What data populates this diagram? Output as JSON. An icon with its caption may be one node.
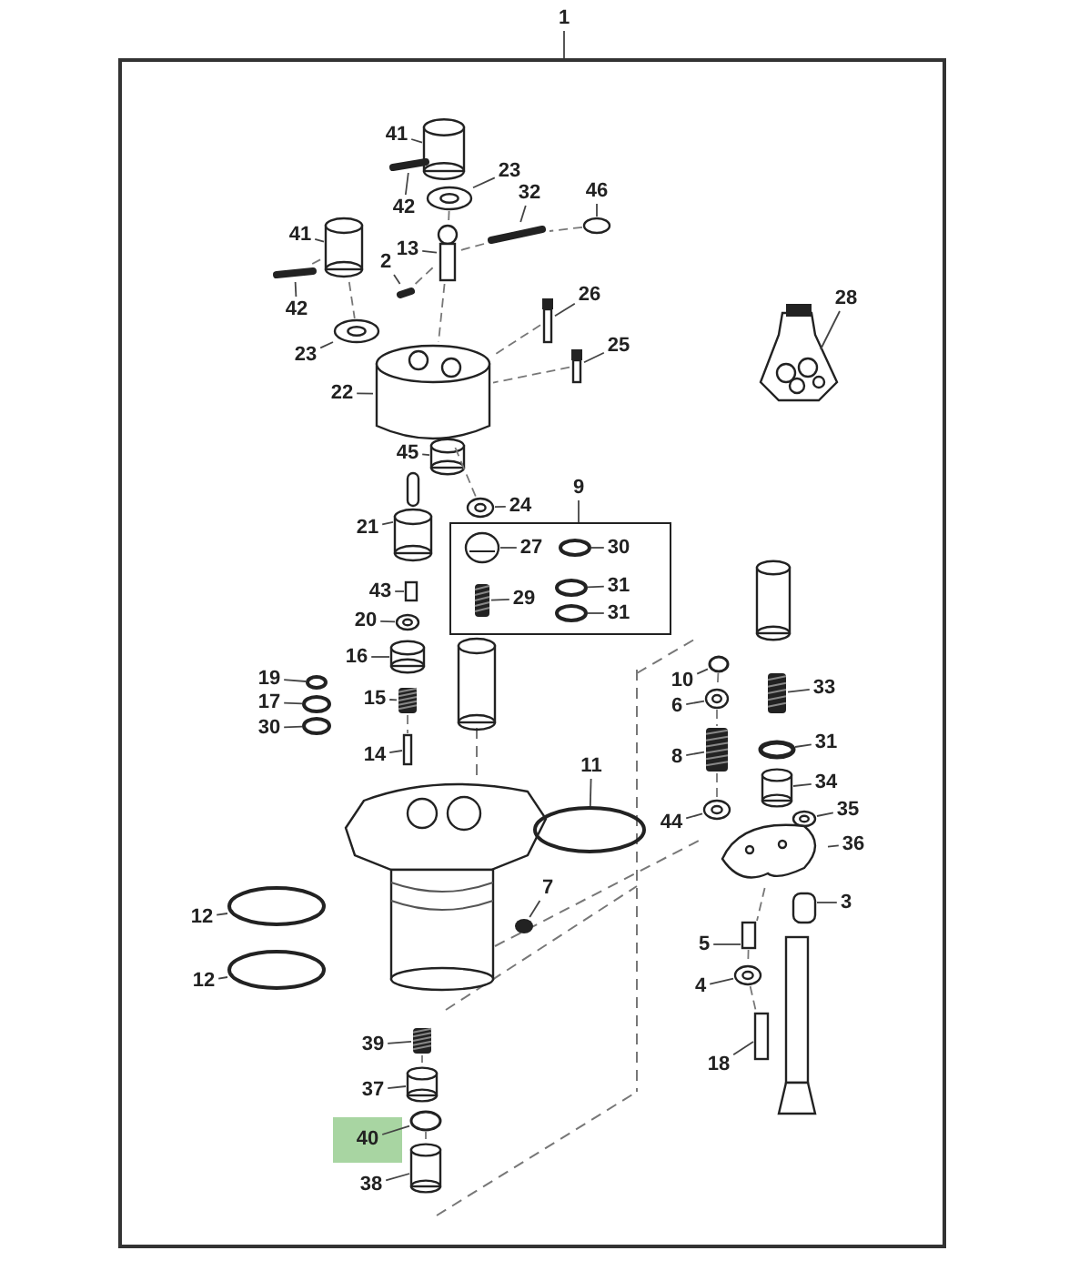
{
  "diagram": {
    "nodes": [
      {
        "text": [],
        "shape": "box"
      },
      {
        "text": [
          "1"
        ]
      },
      {
        "text": [
          "41"
        ],
        "in": 0
      },
      {
        "text": [
          "42"
        ],
        "in": 0
      },
      {
        "text": [
          "23"
        ],
        "in": 0
      },
      {
        "text": [
          "46"
        ],
        "in": 0
      },
      {
        "text": [
          "32"
        ],
        "in": 0
      },
      {
        "text": [
          "41"
        ],
        "in": 0
      },
      {
        "text": [
          "13"
        ],
        "in": 0
      },
      {
        "text": [
          "2"
        ],
        "in": 0
      },
      {
        "text": [
          "42"
        ],
        "in": 0
      },
      {
        "text": [
          "26"
        ],
        "in": 0
      },
      {
        "text": [
          "23"
        ],
        "in": 0
      },
      {
        "text": [
          "25"
        ],
        "in": 0
      },
      {
        "text": [
          "22"
        ],
        "in": 0
      },
      {
        "text": [
          "28"
        ],
        "in": 0
      },
      {
        "text": [
          "45"
        ],
        "in": 0
      },
      {
        "text": [
          "24"
        ],
        "in": 0
      },
      {
        "text": [
          "9"
        ],
        "in": 0
      },
      {
        "text": [],
        "shape": "box",
        "in": 0
      },
      {
        "text": [
          "21"
        ],
        "in": 0
      },
      {
        "text": [
          "27"
        ],
        "in": 19
      },
      {
        "text": [
          "30"
        ],
        "in": 19
      },
      {
        "text": [
          "43"
        ],
        "in": 0
      },
      {
        "text": [
          "29"
        ],
        "in": 19
      },
      {
        "text": [
          "31"
        ],
        "in": 19
      },
      {
        "text": [
          "31"
        ],
        "in": 19
      },
      {
        "text": [
          "20"
        ],
        "in": 0
      },
      {
        "text": [
          "16"
        ],
        "in": 0
      },
      {
        "text": [
          "19"
        ],
        "in": 0
      },
      {
        "text": [
          "15"
        ],
        "in": 0
      },
      {
        "text": [
          "17"
        ],
        "in": 0
      },
      {
        "text": [
          "30"
        ],
        "in": 0
      },
      {
        "text": [
          "10"
        ],
        "in": 0
      },
      {
        "text": [
          "33"
        ],
        "in": 0
      },
      {
        "text": [
          "6"
        ],
        "in": 0
      },
      {
        "text": [
          "14"
        ],
        "in": 0
      },
      {
        "text": [
          "8"
        ],
        "in": 0
      },
      {
        "text": [
          "31"
        ],
        "in": 0
      },
      {
        "text": [
          "11"
        ],
        "in": 0
      },
      {
        "text": [
          "34"
        ],
        "in": 0
      },
      {
        "text": [
          "35"
        ],
        "in": 0
      },
      {
        "text": [
          "44"
        ],
        "in": 0
      },
      {
        "text": [
          "36"
        ],
        "in": 0
      },
      {
        "text": [
          "7"
        ],
        "in": 0
      },
      {
        "text": [
          "12"
        ],
        "in": 0
      },
      {
        "text": [
          "3"
        ],
        "in": 0
      },
      {
        "text": [
          "5"
        ],
        "in": 0
      },
      {
        "text": [
          "12"
        ],
        "in": 0
      },
      {
        "text": [
          "4"
        ],
        "in": 0
      },
      {
        "text": [
          "39"
        ],
        "in": 0
      },
      {
        "text": [
          "18"
        ],
        "in": 0
      },
      {
        "text": [
          "37"
        ],
        "in": 0
      },
      {
        "text": [],
        "shape": "box",
        "in": 0
      },
      {
        "text": [
          "40"
        ],
        "in": 53
      },
      {
        "text": [
          "38"
        ],
        "in": 0
      },
      {
        "text": [],
        "shape": "cylinder",
        "in": 0
      },
      {
        "text": [],
        "shape": "bar",
        "in": 0
      },
      {
        "text": [],
        "shape": "circle",
        "in": 0
      },
      {
        "text": [],
        "shape": "circle",
        "in": 0
      },
      {
        "text": [],
        "shape": "bar",
        "in": 0
      },
      {
        "text": [],
        "shape": "cylinder",
        "in": 0
      },
      {
        "text": [],
        "shape": "bar",
        "in": 0
      },
      {
        "text": [],
        "shape": "bar",
        "in": 0
      },
      {
        "text": [],
        "shape": "bar",
        "in": 0
      },
      {
        "text": [],
        "shape": "bar",
        "in": 0
      },
      {
        "text": [],
        "shape": "circle",
        "in": 0
      },
      {
        "text": [],
        "shape": "bar",
        "in": 0
      },
      {
        "text": [],
        "shape": "picture",
        "in": 0
      },
      {
        "text": [],
        "shape": "picture",
        "in": 0
      },
      {
        "text": [],
        "shape": "cylinder",
        "in": 0
      },
      {
        "text": [],
        "shape": "circle",
        "in": 0
      },
      {
        "text": [],
        "shape": "cylinder",
        "in": 0
      },
      {
        "text": [],
        "shape": "circle",
        "in": 19
      },
      {
        "text": [],
        "shape": "circle",
        "in": 19
      },
      {
        "text": [],
        "shape": "box",
        "in": 0
      },
      {
        "text": [],
        "shape": "picture",
        "in": 19
      },
      {
        "text": [],
        "shape": "circle",
        "in": 19
      },
      {
        "text": [],
        "shape": "circle",
        "in": 19
      },
      {
        "text": [],
        "shape": "circle",
        "in": 0
      },
      {
        "text": [],
        "shape": "cylinder",
        "in": 0
      },
      {
        "text": [],
        "shape": "circle",
        "in": 0
      },
      {
        "text": [],
        "shape": "picture",
        "in": 0
      },
      {
        "text": [],
        "shape": "circle",
        "in": 0
      },
      {
        "text": [],
        "shape": "circle",
        "in": 0
      },
      {
        "text": [],
        "shape": "circle",
        "in": 0
      },
      {
        "text": [],
        "shape": "picture",
        "in": 0
      },
      {
        "text": [],
        "shape": "circle",
        "in": 0
      },
      {
        "text": [],
        "shape": "bar",
        "in": 0
      },
      {
        "text": [],
        "shape": "picture",
        "in": 0
      },
      {
        "text": [],
        "shape": "circle",
        "in": 0
      },
      {
        "text": [],
        "shape": "circle",
        "in": 0
      },
      {
        "text": [],
        "shape": "cylinder",
        "in": 0
      },
      {
        "text": [],
        "shape": "circle",
        "in": 0
      },
      {
        "text": [],
        "shape": "circle",
        "in": 0
      },
      {
        "text": [],
        "shape": "picture",
        "in": 0
      },
      {
        "text": [],
        "shape": "circle",
        "in": 0
      },
      {
        "text": [],
        "shape": "circle",
        "in": 0
      },
      {
        "text": [],
        "shape": "box",
        "in": 0
      },
      {
        "text": [],
        "shape": "box",
        "in": 0
      },
      {
        "text": [],
        "shape": "circle",
        "in": 0
      },
      {
        "text": [],
        "shape": "circle",
        "in": 0
      },
      {
        "text": [],
        "shape": "picture",
        "in": 0
      },
      {
        "text": [],
        "shape": "bar",
        "in": 0
      },
      {
        "text": [],
        "shape": "cylinder",
        "in": 0
      },
      {
        "text": [],
        "shape": "circle",
        "in": 0
      },
      {
        "text": [],
        "shape": "cylinder",
        "in": 0
      }
    ],
    "edges": [
      {
        "from": 1,
        "to": 0,
        "arrow": "none"
      },
      {
        "from": 18,
        "to": 19,
        "arrow": "none"
      },
      {
        "from": 2,
        "to": 56,
        "arrow": "none"
      },
      {
        "from": 3,
        "to": 57,
        "arrow": "none"
      },
      {
        "from": 4,
        "to": 58,
        "arrow": "none"
      },
      {
        "from": 5,
        "to": 59,
        "arrow": "none"
      },
      {
        "from": 6,
        "to": 60,
        "arrow": "none"
      },
      {
        "from": 7,
        "to": 61,
        "arrow": "none"
      },
      {
        "from": 8,
        "to": 62,
        "arrow": "none"
      },
      {
        "from": 9,
        "to": 63,
        "arrow": "none"
      },
      {
        "from": 10,
        "to": 64,
        "arrow": "none"
      },
      {
        "from": 11,
        "to": 65,
        "arrow": "none"
      },
      {
        "from": 12,
        "to": 66,
        "arrow": "none"
      },
      {
        "from": 13,
        "to": 67,
        "arrow": "none"
      },
      {
        "from": 14,
        "to": 68,
        "arrow": "none"
      },
      {
        "from": 15,
        "to": 69,
        "arrow": "none"
      },
      {
        "from": 16,
        "to": 70,
        "arrow": "none"
      },
      {
        "from": 17,
        "to": 71,
        "arrow": "none"
      },
      {
        "from": 20,
        "to": 72,
        "arrow": "none"
      },
      {
        "from": 21,
        "to": 73,
        "arrow": "none"
      },
      {
        "from": 22,
        "to": 74,
        "arrow": "none"
      },
      {
        "from": 23,
        "to": 75,
        "arrow": "none"
      },
      {
        "from": 24,
        "to": 76,
        "arrow": "none"
      },
      {
        "from": 25,
        "to": 77,
        "arrow": "none"
      },
      {
        "from": 26,
        "to": 78,
        "arrow": "none"
      },
      {
        "from": 27,
        "to": 79,
        "arrow": "none"
      },
      {
        "from": 28,
        "to": 80,
        "arrow": "none"
      },
      {
        "from": 29,
        "to": 81,
        "arrow": "none"
      },
      {
        "from": 30,
        "to": 82,
        "arrow": "none"
      },
      {
        "from": 31,
        "to": 83,
        "arrow": "none"
      },
      {
        "from": 32,
        "to": 84,
        "arrow": "none"
      },
      {
        "from": 33,
        "to": 85,
        "arrow": "none"
      },
      {
        "from": 34,
        "to": 86,
        "arrow": "none"
      },
      {
        "from": 35,
        "to": 87,
        "arrow": "none"
      },
      {
        "from": 36,
        "to": 88,
        "arrow": "none"
      },
      {
        "from": 37,
        "to": 89,
        "arrow": "none"
      },
      {
        "from": 38,
        "to": 90,
        "arrow": "none"
      },
      {
        "from": 39,
        "to": 91,
        "arrow": "none"
      },
      {
        "from": 40,
        "to": 92,
        "arrow": "none"
      },
      {
        "from": 41,
        "to": 93,
        "arrow": "none"
      },
      {
        "from": 42,
        "to": 94,
        "arrow": "none"
      },
      {
        "from": 43,
        "to": 95,
        "arrow": "none"
      },
      {
        "from": 44,
        "to": 96,
        "arrow": "none"
      },
      {
        "from": 45,
        "to": 97,
        "arrow": "none"
      },
      {
        "from": 46,
        "to": 98,
        "arrow": "none"
      },
      {
        "from": 47,
        "to": 99,
        "arrow": "none"
      },
      {
        "from": 48,
        "to": 100,
        "arrow": "none"
      },
      {
        "from": 49,
        "to": 101,
        "arrow": "none"
      },
      {
        "from": 50,
        "to": 102,
        "arrow": "none"
      },
      {
        "from": 51,
        "to": 103,
        "arrow": "none"
      },
      {
        "from": 52,
        "to": 104,
        "arrow": "none"
      },
      {
        "from": 54,
        "to": 105,
        "arrow": "none"
      },
      {
        "from": 55,
        "to": 106,
        "arrow": "none"
      },
      {
        "from": 58,
        "to": 62,
        "arrow": "none",
        "style": "dashed"
      },
      {
        "from": 62,
        "to": 68,
        "arrow": "none",
        "style": "dashed"
      },
      {
        "from": 64,
        "to": 61,
        "arrow": "none",
        "style": "dashed"
      },
      {
        "from": 61,
        "to": 66,
        "arrow": "none",
        "style": "dashed"
      },
      {
        "from": 63,
        "to": 62,
        "arrow": "none",
        "style": "dashed"
      },
      {
        "from": 59,
        "to": 60,
        "arrow": "none",
        "style": "dashed"
      },
      {
        "from": 60,
        "to": 62,
        "arrow": "none",
        "style": "dashed"
      },
      {
        "from": 65,
        "to": 68,
        "arrow": "none",
        "style": "dashed"
      },
      {
        "from": 67,
        "to": 68,
        "arrow": "none",
        "style": "dashed"
      },
      {
        "from": 68,
        "to": 71,
        "arrow": "none",
        "style": "dashed"
      },
      {
        "from": 82,
        "to": 88,
        "arrow": "none",
        "style": "dashed"
      },
      {
        "from": 85,
        "to": 87,
        "arrow": "none",
        "style": "dashed"
      },
      {
        "from": 87,
        "to": 89,
        "arrow": "none",
        "style": "dashed"
      },
      {
        "from": 89,
        "to": 94,
        "arrow": "none",
        "style": "dashed"
      },
      {
        "from": 95,
        "to": 99,
        "arrow": "none",
        "style": "dashed"
      },
      {
        "from": 99,
        "to": 101,
        "arrow": "none",
        "style": "dashed"
      },
      {
        "from": 101,
        "to": 103,
        "arrow": "none",
        "style": "dashed"
      },
      {
        "from": 102,
        "to": 104,
        "arrow": "none",
        "style": "dashed"
      },
      {
        "from": 105,
        "to": 106,
        "arrow": "none",
        "style": "dashed"
      }
    ]
  }
}
